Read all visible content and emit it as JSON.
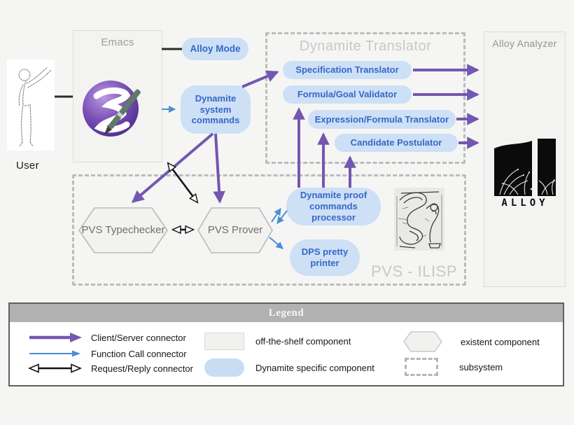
{
  "colors": {
    "client_server_purple": "#7457b0",
    "function_call_blue": "#4a8fd4",
    "request_reply_black": "#141414",
    "dynamite_pill_fill": "#cde0f5",
    "dynamite_pill_text": "#3667c9",
    "subsystem_dash_gray": "#bcbcbc",
    "offshelf_fill": "#f3f3f2"
  },
  "diagram": {
    "user_label": "User",
    "emacs": {
      "title": "Emacs"
    },
    "alloy_mode_label": "Alloy Mode",
    "dynamite_system_commands_label": "Dynamite system commands",
    "translator": {
      "title": "Dynamite Translator",
      "components": [
        "Specification Translator",
        "Formula/Goal Validator",
        "Expression/Formula Translator",
        "Candidate Postulator"
      ]
    },
    "alloy_analyzer": {
      "title": "Alloy Analyzer",
      "logo_text": "ALLOY"
    },
    "pvs": {
      "title": "PVS - ILISP",
      "typechecker": "PVS Typechecker",
      "prover": "PVS Prover",
      "proof_processor": "Dynamite proof commands processor",
      "pretty_printer": "DPS pretty printer"
    }
  },
  "legend": {
    "title": "Legend",
    "connectors": [
      {
        "label": "Client/Server connector"
      },
      {
        "label": "Function Call connector"
      },
      {
        "label": "Request/Reply connector"
      }
    ],
    "components": [
      {
        "label": "off-the-shelf component"
      },
      {
        "label": "Dynamite specific component"
      },
      {
        "label": "existent component"
      },
      {
        "label": "subsystem"
      }
    ]
  }
}
